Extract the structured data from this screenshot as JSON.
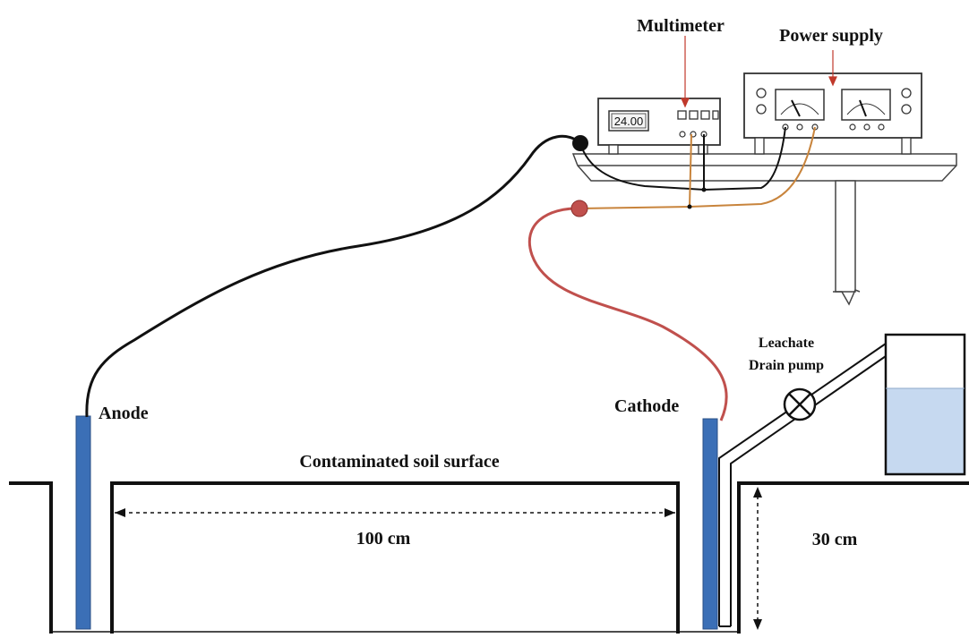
{
  "labels": {
    "multimeter": "Multimeter",
    "power_supply": "Power supply",
    "meter_reading": "24.00",
    "anode": "Anode",
    "cathode": "Cathode",
    "soil_surface": "Contaminated soil surface",
    "distance": "100 cm",
    "depth": "30 cm",
    "pump_line1": "Leachate",
    "pump_line2": "Drain pump"
  },
  "colors": {
    "electrode": "#3b6fb6",
    "anode_wire": "#111111",
    "cathode_wire": "#c0504d",
    "orange_wire": "#c8843c",
    "tank_water": "#c6d9f0",
    "pointer_arrow": "#c0392b"
  }
}
